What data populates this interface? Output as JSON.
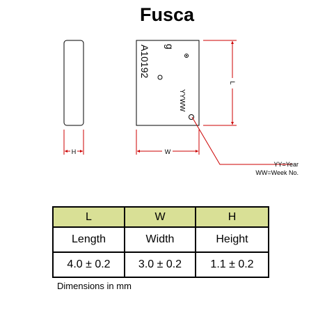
{
  "title": "Fusca",
  "dimension_markers": {
    "length": "L",
    "width": "W",
    "height": "H"
  },
  "part_marking": {
    "line1": "A10192",
    "line2": "YYWW"
  },
  "legend": [
    "YY=Year",
    "WW=Week No."
  ],
  "colors": {
    "dimension_line": "#cc0000",
    "header_fill": "#d9e096"
  },
  "table": {
    "headers": [
      "L",
      "W",
      "H"
    ],
    "names": [
      "Length",
      "Width",
      "Height"
    ],
    "values": [
      "4.0 ± 0.2",
      "3.0 ± 0.2",
      "1.1 ± 0.2"
    ]
  },
  "footnote": "Dimensions in mm"
}
